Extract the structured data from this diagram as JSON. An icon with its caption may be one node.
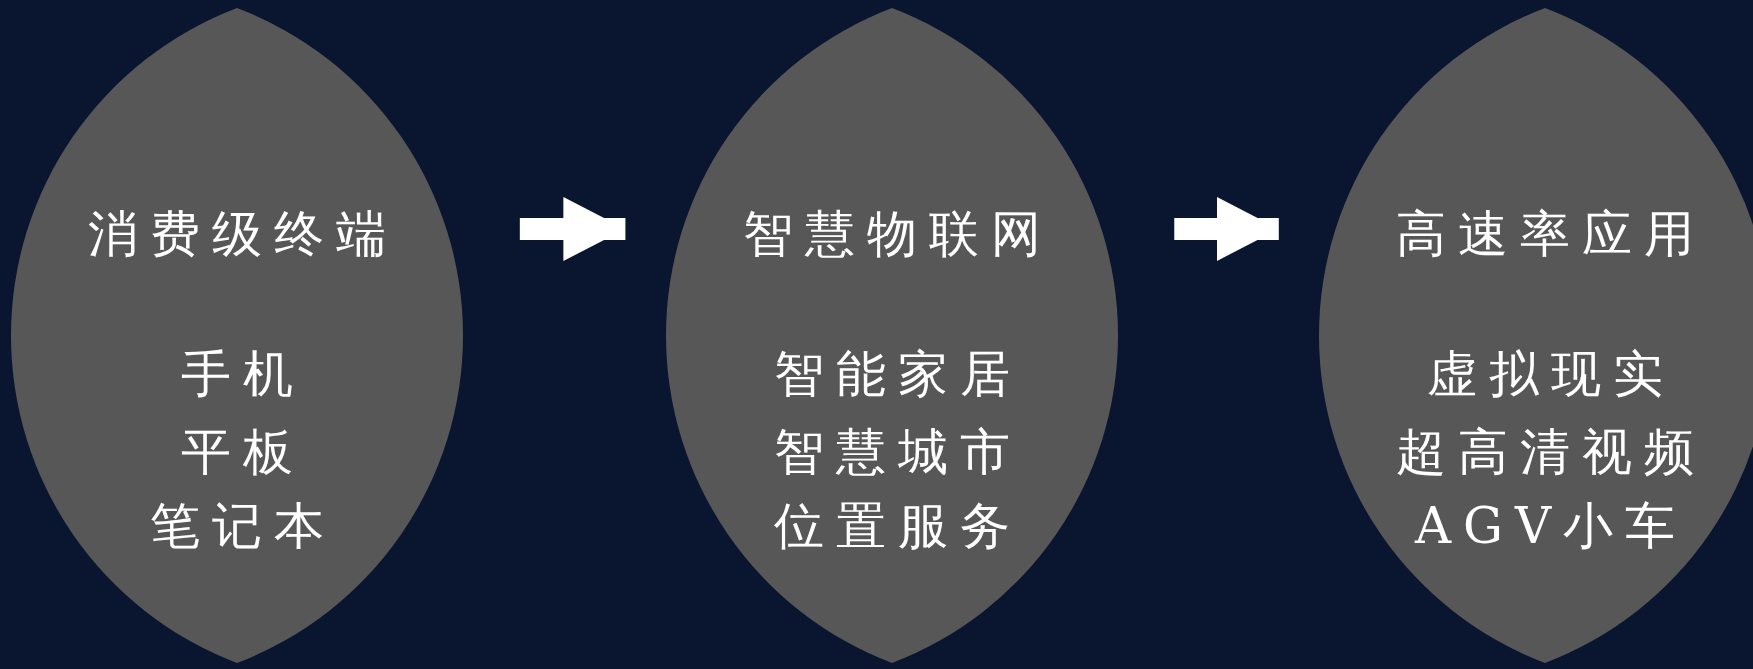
{
  "diagram": {
    "nodes": [
      {
        "text": [
          "消费级终端",
          "手机",
          "平板",
          "笔记本"
        ]
      },
      {
        "text": [
          "智慧物联网",
          "智能家居",
          "智慧城市",
          "位置服务"
        ]
      },
      {
        "text": [
          "高速率应用",
          "虚拟现实",
          "超高清视频",
          "AGV小车"
        ]
      }
    ],
    "edges": [
      {
        "from": 0,
        "to": 1,
        "arrow": "to"
      },
      {
        "from": 1,
        "to": 2,
        "arrow": "to"
      }
    ]
  }
}
